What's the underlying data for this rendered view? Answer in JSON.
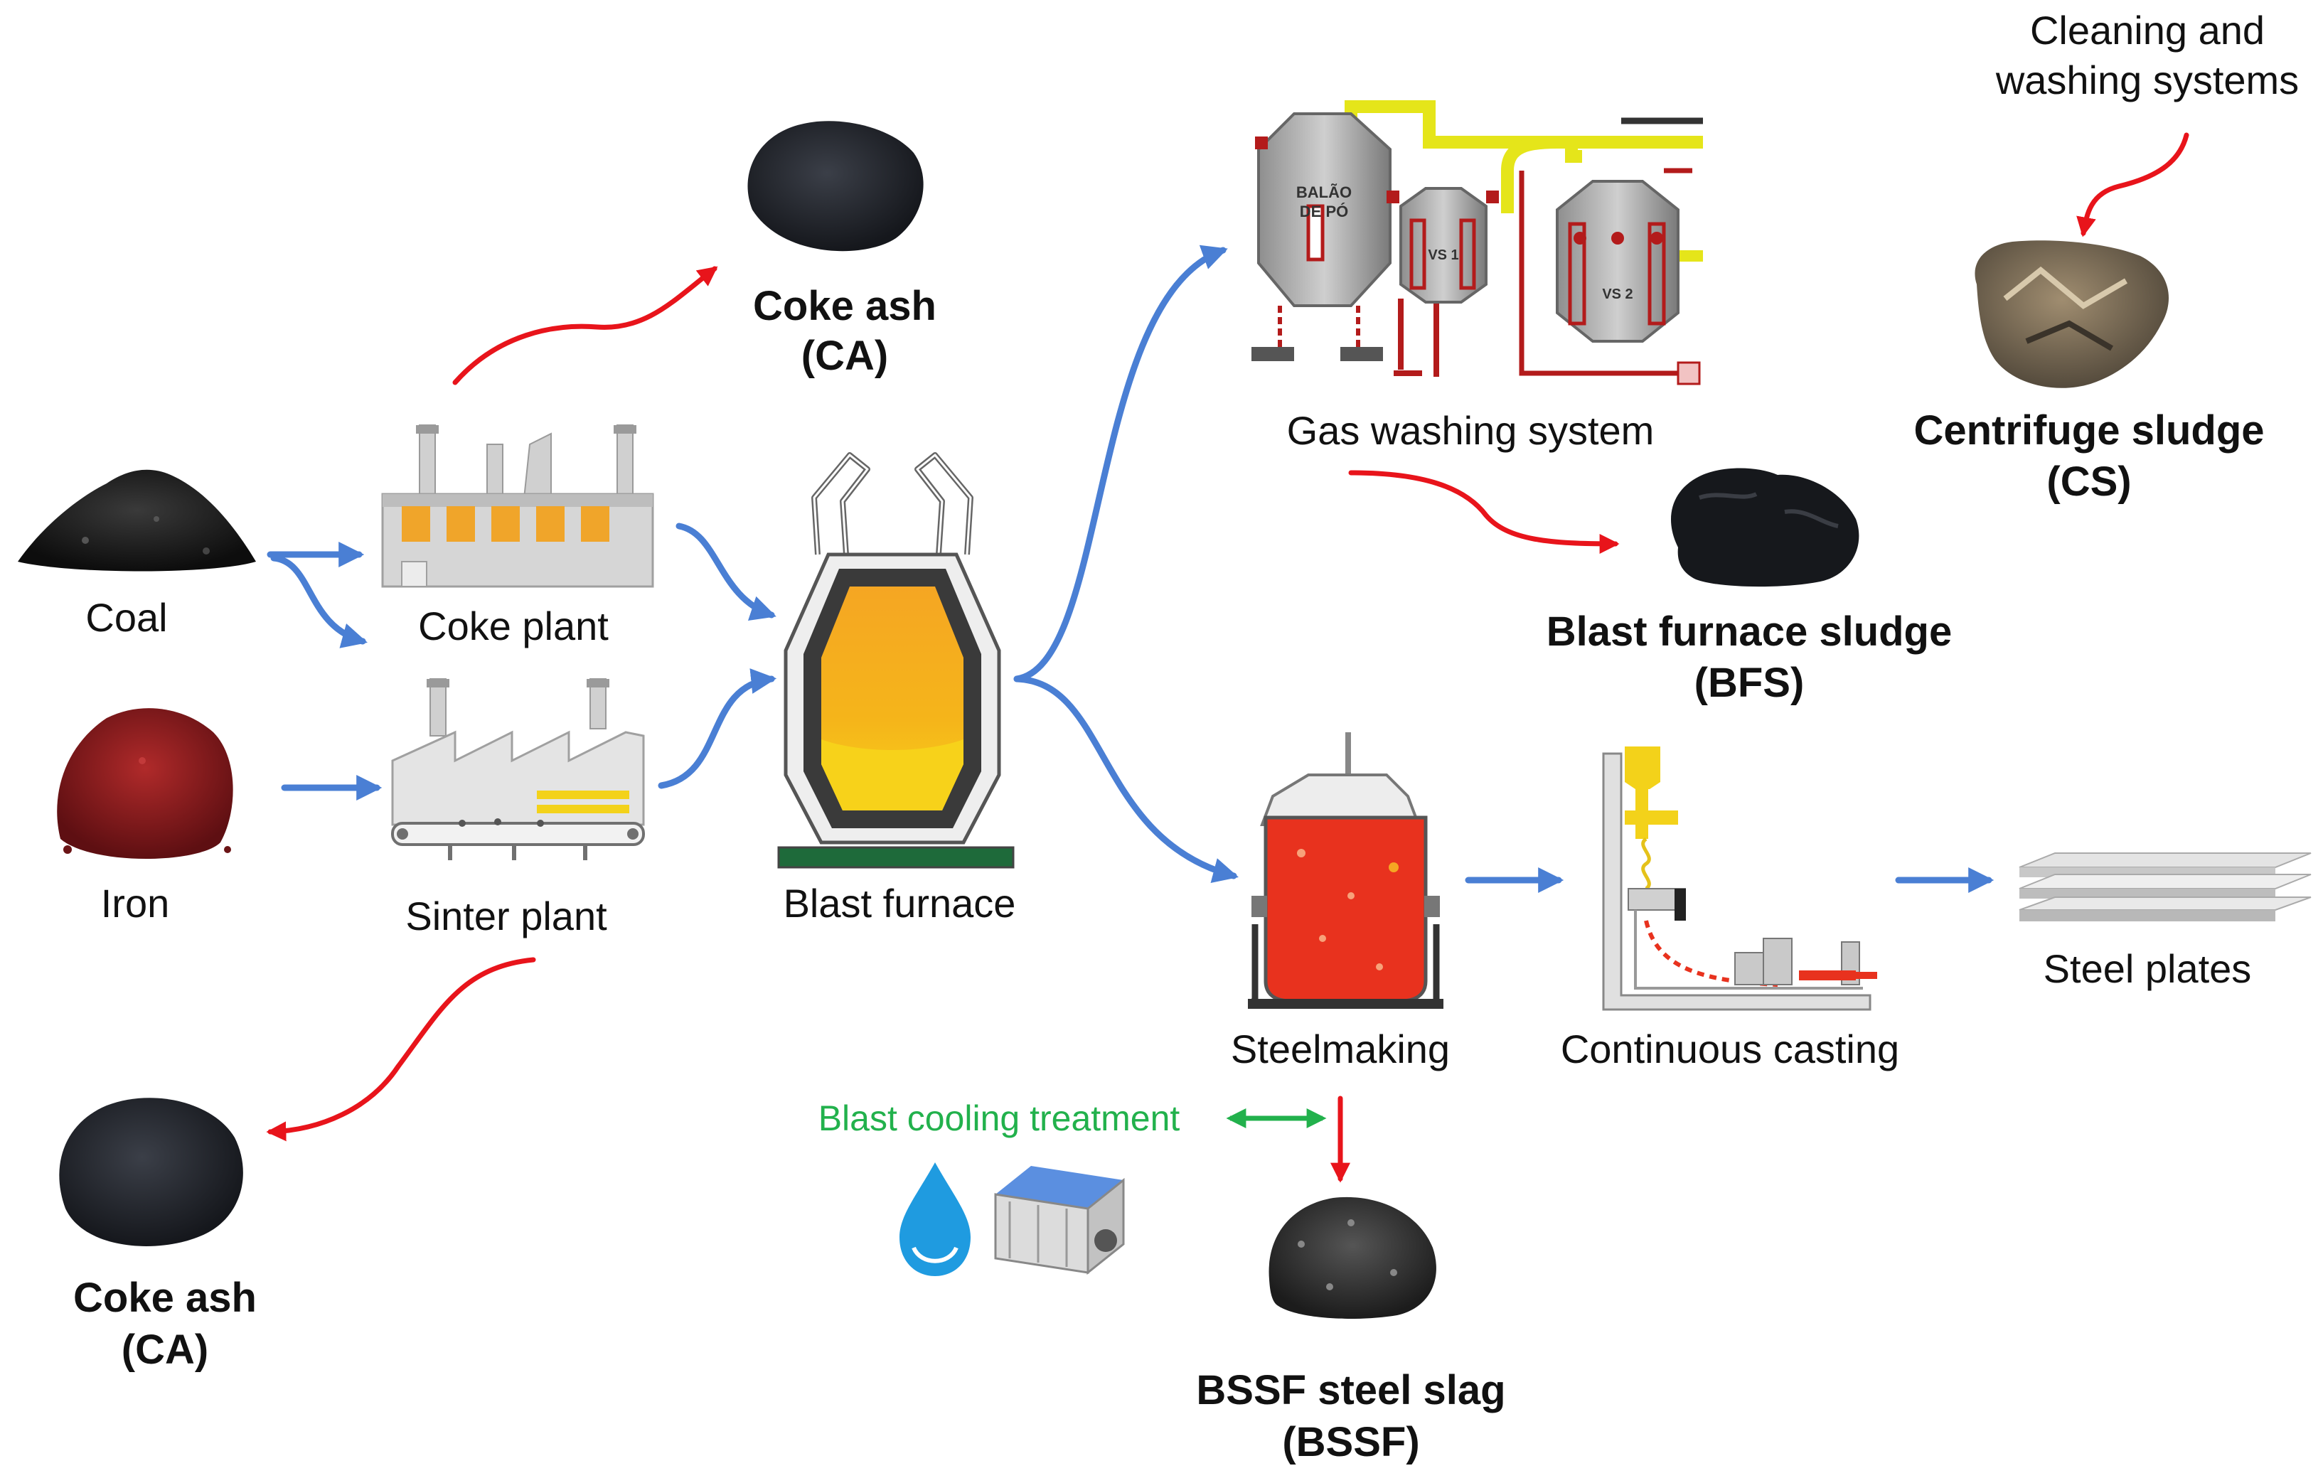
{
  "labels": {
    "coal": "Coal",
    "iron": "Iron",
    "coke_plant": "Coke plant",
    "sinter_plant": "Sinter plant",
    "blast_furnace": "Blast furnace",
    "gas_washing": "Gas washing system",
    "cleaning_line1": "Cleaning and",
    "cleaning_line2": "washing systems",
    "steelmaking": "Steelmaking",
    "continuous_casting": "Continuous casting",
    "steel_plates": "Steel plates",
    "blast_cooling": "Blast cooling treatment"
  },
  "tank_lettering": {
    "tank1_line1": "BALÃO",
    "tank1_line2": "DE PÓ",
    "tank2": "VS 1",
    "tank3": "VS 2"
  },
  "products": {
    "coke_ash_top": {
      "name": "Coke ash",
      "code": "(CA)"
    },
    "coke_ash_bottom": {
      "name": "Coke ash",
      "code": "(CA)"
    },
    "bfs": {
      "name": "Blast furnace sludge",
      "code": "(BFS)"
    },
    "cs": {
      "name": "Centrifuge sludge",
      "code": "(CS)"
    },
    "bssf": {
      "name": "BSSF steel slag",
      "code": "(BSSF)"
    }
  },
  "colors": {
    "process_arrow": "#4a7fd4",
    "waste_arrow": "#e8141b",
    "treatment_arrow": "#22b14c",
    "molten": "#f5a623",
    "steel_red": "#e8321e"
  },
  "icons": [
    "coal-pile-icon",
    "iron-ore-pile-icon",
    "coke-ash-pile-icon",
    "factory-icon",
    "sinter-plant-icon",
    "blast-furnace-icon",
    "gas-washing-system-icon",
    "sludge-icon",
    "steelmaking-ladle-icon",
    "continuous-casting-icon",
    "steel-plates-icon",
    "water-drop-icon",
    "cooling-drum-icon",
    "slag-pile-icon"
  ]
}
